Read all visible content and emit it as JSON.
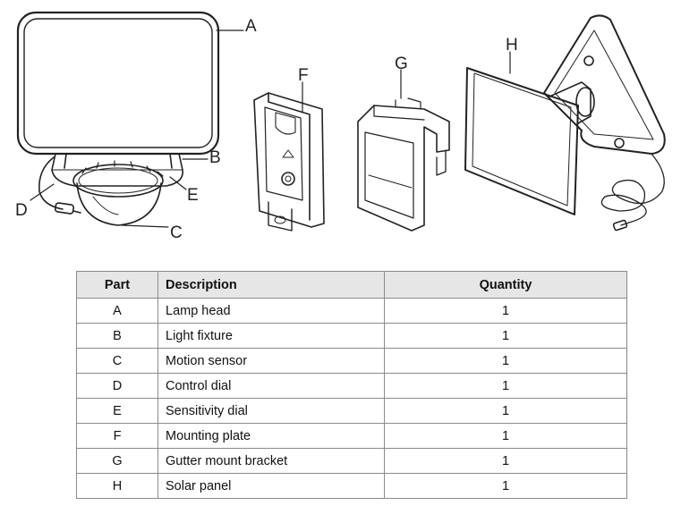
{
  "callouts": {
    "A": "A",
    "B": "B",
    "C": "C",
    "D": "D",
    "E": "E",
    "F": "F",
    "G": "G",
    "H": "H"
  },
  "table": {
    "headers": {
      "part": "Part",
      "description": "Description",
      "quantity": "Quantity"
    },
    "rows": [
      {
        "part": "A",
        "description": "Lamp head",
        "quantity": "1"
      },
      {
        "part": "B",
        "description": "Light fixture",
        "quantity": "1"
      },
      {
        "part": "C",
        "description": "Motion sensor",
        "quantity": "1"
      },
      {
        "part": "D",
        "description": "Control dial",
        "quantity": "1"
      },
      {
        "part": "E",
        "description": "Sensitivity dial",
        "quantity": "1"
      },
      {
        "part": "F",
        "description": "Mounting plate",
        "quantity": "1"
      },
      {
        "part": "G",
        "description": "Gutter mount bracket",
        "quantity": "1"
      },
      {
        "part": "H",
        "description": "Solar panel",
        "quantity": "1"
      }
    ]
  }
}
